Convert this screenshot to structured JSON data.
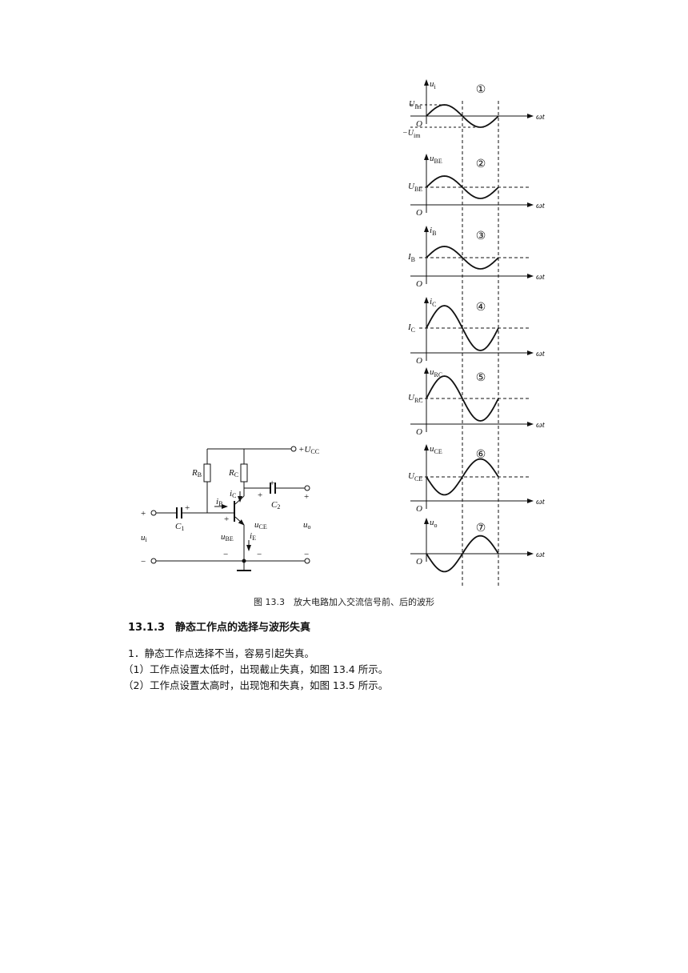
{
  "figure": {
    "caption": "图 13.3　放大电路加入交流信号前、后的波形",
    "circuit": {
      "vcc": "+U",
      "vcc_sub": "CC",
      "rb": "R",
      "rb_sub": "B",
      "rc": "R",
      "rc_sub": "C",
      "c1": "C",
      "c1_sub": "1",
      "c2": "C",
      "c2_sub": "2",
      "ib": "i",
      "ib_sub": "B",
      "ic": "i",
      "ic_sub": "C",
      "ie": "i",
      "ie_sub": "E",
      "ui": "u",
      "ui_sub": "i",
      "ube": "u",
      "ube_sub": "BE",
      "uce": "u",
      "uce_sub": "CE",
      "uo": "u",
      "uo_sub": "o",
      "plus": "+",
      "minus": "−"
    },
    "waveforms": [
      {
        "num": "①",
        "axis": "u",
        "axis_sub": "i",
        "level": "",
        "level_sub": "",
        "extra_top": "U",
        "extra_top_sub": "im",
        "extra_bot": "−U",
        "extra_bot_sub": "im",
        "origin": "O",
        "wt": "ωt",
        "amp": 0.5,
        "phase": 1,
        "baseline": 0
      },
      {
        "num": "②",
        "axis": "u",
        "axis_sub": "BE",
        "level": "U",
        "level_sub": "BE",
        "origin": "O",
        "wt": "ωt",
        "amp": 0.5,
        "phase": 1,
        "baseline": 1
      },
      {
        "num": "③",
        "axis": "i",
        "axis_sub": "B",
        "level": "I",
        "level_sub": "B",
        "origin": "O",
        "wt": "ωt",
        "amp": 0.5,
        "phase": 1,
        "baseline": 1
      },
      {
        "num": "④",
        "axis": "i",
        "axis_sub": "C",
        "level": "I",
        "level_sub": "C",
        "origin": "O",
        "wt": "ωt",
        "amp": 1,
        "phase": 1,
        "baseline": 1
      },
      {
        "num": "⑤",
        "axis": "u",
        "axis_sub": "RC",
        "level": "U",
        "level_sub": "RC",
        "origin": "O",
        "wt": "ωt",
        "amp": 1,
        "phase": 1,
        "baseline": 1
      },
      {
        "num": "⑥",
        "axis": "u",
        "axis_sub": "CE",
        "level": "U",
        "level_sub": "CE",
        "origin": "O",
        "wt": "ωt",
        "amp": 0.8,
        "phase": -1,
        "baseline": 1
      },
      {
        "num": "⑦",
        "axis": "u",
        "axis_sub": "o",
        "level": "",
        "level_sub": "",
        "origin": "O",
        "wt": "ωt",
        "amp": 0.8,
        "phase": -1,
        "baseline": 0
      }
    ]
  },
  "section": {
    "title": "13.1.3　静态工作点的选择与波形失真",
    "p1": "1．静态工作点选择不当，容易引起失真。",
    "p2": "（1）工作点设置太低时，出现截止失真，如图 13.4 所示。",
    "p3": "（2）工作点设置太高时，出现饱和失真，如图 13.5 所示。"
  }
}
